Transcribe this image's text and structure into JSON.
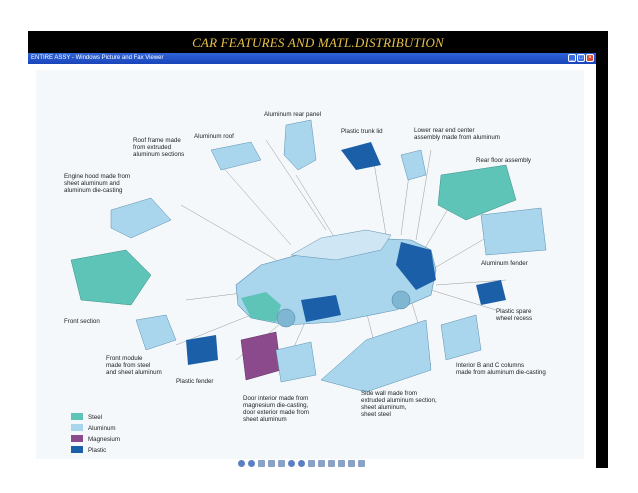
{
  "banner": {
    "title": "CAR FEATURES AND MATL.DISTRIBUTION"
  },
  "window": {
    "title": "ENTIRE ASSY - Windows Picture and Fax Viewer",
    "minimize": "_",
    "maximize": "□",
    "close": "×"
  },
  "colors": {
    "steel": "#5fc4b8",
    "aluminum": "#a9d6ec",
    "magnesium": "#8b4a8c",
    "plastic": "#1b5fa8"
  },
  "labels": {
    "aluminum_rear_panel": "Aluminum rear panel",
    "aluminum_roof": "Aluminum roof",
    "plastic_trunk_lid": "Plastic trunk lid",
    "lower_rear_end_1": "Lower rear end center",
    "lower_rear_end_2": "assembly made from aluminum",
    "roof_frame_1": "Roof frame made",
    "roof_frame_2": "from extruded",
    "roof_frame_3": "aluminum sections",
    "rear_floor_assembly": "Rear floor assembly",
    "engine_hood_1": "Engine hood made from",
    "engine_hood_2": "sheet aluminum and",
    "engine_hood_3": "aluminum die-casting",
    "aluminum_fender": "Aluminum fender",
    "plastic_spare_1": "Plastic spare",
    "plastic_spare_2": "wheel recess",
    "front_section": "Front section",
    "front_module_1": "Front module",
    "front_module_2": "made from steel",
    "front_module_3": "and sheet aluminum",
    "plastic_fender": "Plastic fender",
    "interior_b_1": "Interior B and C columns",
    "interior_b_2": "made from aluminum die-casting",
    "door_interior_1": "Door interior made from",
    "door_interior_2": "magnesium die-casting,",
    "door_interior_3": "door exterior made from",
    "door_interior_4": "sheet aluminum",
    "side_wall_1": "Side wall made from",
    "side_wall_2": "extruded aluminum section,",
    "side_wall_3": "sheet aluminum,",
    "side_wall_4": "sheet steel"
  },
  "legend": [
    {
      "label": "Steel"
    },
    {
      "label": "Aluminum"
    },
    {
      "label": "Magnesium"
    },
    {
      "label": "Plastic"
    }
  ]
}
